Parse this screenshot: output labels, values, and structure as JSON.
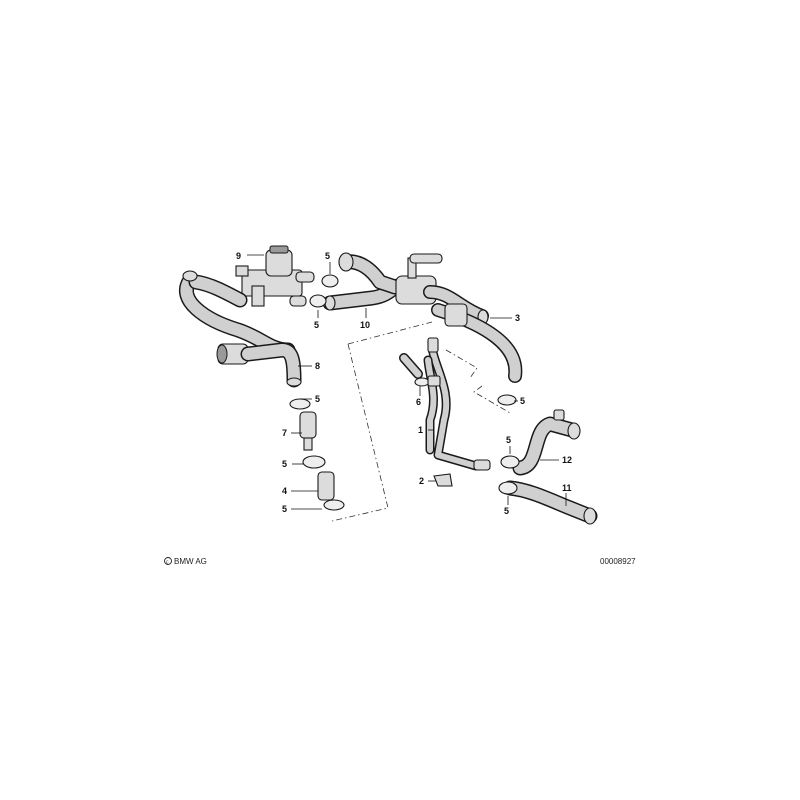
{
  "diagram": {
    "copyright": "BMW AG",
    "image_number": "00008927",
    "callouts": [
      {
        "id": "c9",
        "text": "9"
      },
      {
        "id": "c5a",
        "text": "5"
      },
      {
        "id": "c5b",
        "text": "5"
      },
      {
        "id": "c10",
        "text": "10"
      },
      {
        "id": "c3",
        "text": "3"
      },
      {
        "id": "c8",
        "text": "8"
      },
      {
        "id": "c5c",
        "text": "5"
      },
      {
        "id": "c7",
        "text": "7"
      },
      {
        "id": "c5d",
        "text": "5"
      },
      {
        "id": "c4",
        "text": "4"
      },
      {
        "id": "c5e",
        "text": "5"
      },
      {
        "id": "c6",
        "text": "6"
      },
      {
        "id": "c5f",
        "text": "5"
      },
      {
        "id": "c1",
        "text": "1"
      },
      {
        "id": "c5g",
        "text": "5"
      },
      {
        "id": "c12",
        "text": "12"
      },
      {
        "id": "c2",
        "text": "2"
      },
      {
        "id": "c11",
        "text": "11"
      },
      {
        "id": "c5h",
        "text": "5"
      }
    ]
  }
}
